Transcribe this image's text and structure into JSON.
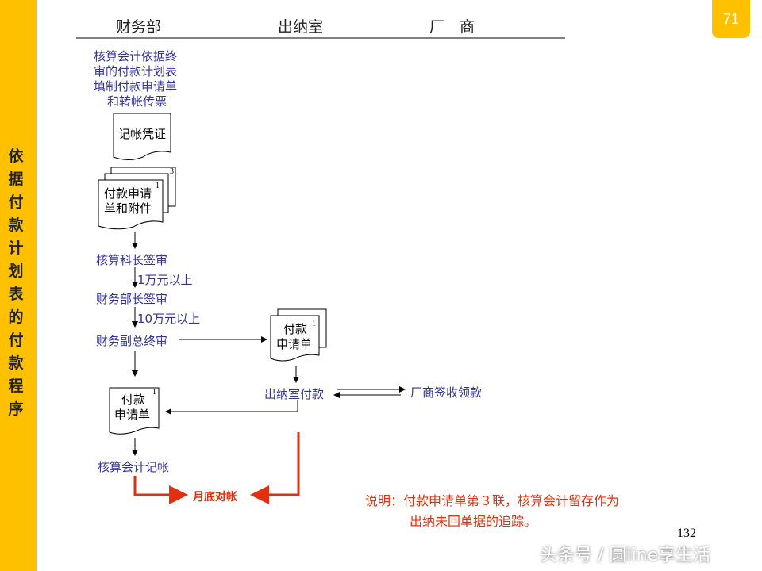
{
  "sidebar": {
    "title": "依据付款计划表的付款程序"
  },
  "page_badge": "71",
  "header": {
    "col1": "财务部",
    "col2": "出纳室",
    "col3": "厂　商"
  },
  "flow": {
    "intro": [
      "核算会计依据终",
      "审的付款计划表",
      "填制付款申请单",
      "和转帐传票"
    ],
    "doc_voucher": "记帐凭证",
    "doc_request_line1": "付款申请",
    "doc_request_line2": "单和附件",
    "doc_request_sup1": "1",
    "doc_request_sup3": "3",
    "step1": "核算科长签审",
    "cond1": "1万元以上",
    "step2": "财务部长签审",
    "cond2": "10万元以上",
    "step3": "财务副总终审",
    "cashier_doc_line1": "付款",
    "cashier_doc_line2": "申请单",
    "cashier_doc_sup": "1",
    "cashier_pay": "出纳室付款",
    "vendor": "厂商签收领款",
    "return_doc_line1": "付款",
    "return_doc_line2": "申请单",
    "return_doc_sup": "1",
    "record": "核算会计记帐",
    "reconcile": "月底对帐"
  },
  "note": {
    "line1": "说明：付款申请单第３联，核算会计留存作为",
    "line2": "出纳未回单据的追踪。"
  },
  "page_number": "132",
  "watermark": "头条号 / 圆line享生活"
}
